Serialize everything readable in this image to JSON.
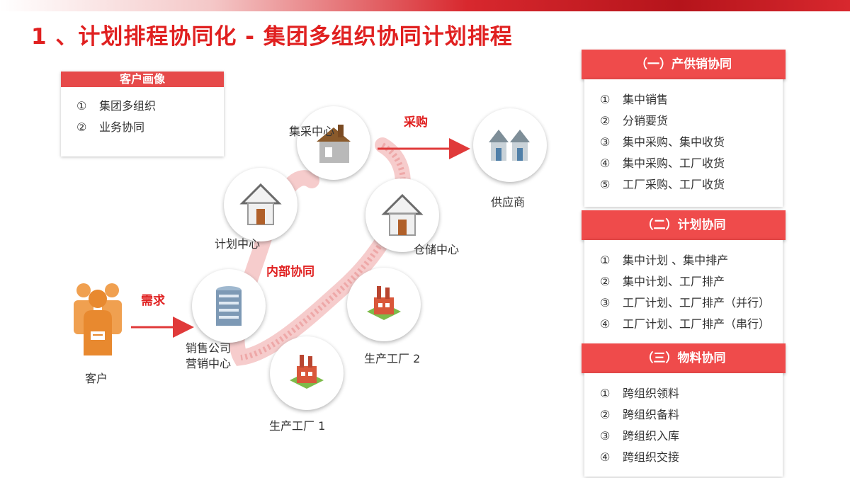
{
  "title": "1 、计划排程协同化 - 集团多组织协同计划排程",
  "colors": {
    "accent": "#e02020",
    "panel_header": "#ef4b4b",
    "flow_arrow": "#e03a3a",
    "customer_icon": "#e8892f"
  },
  "persona": {
    "header": "客户画像",
    "items": [
      {
        "num": "①",
        "text": "集团多组织"
      },
      {
        "num": "②",
        "text": "业务协同"
      }
    ]
  },
  "diagram": {
    "nodes": {
      "purchase_center": {
        "label": "集采中心",
        "icon": "factory-icon"
      },
      "plan_center": {
        "label": "计划中心",
        "icon": "house-icon"
      },
      "warehouse_center": {
        "label": "仓储中心",
        "icon": "house-icon"
      },
      "sales_company": {
        "label_line1": "销售公司",
        "label_line2": "营销中心",
        "icon": "office-building-icon"
      },
      "factory1": {
        "label": "生产工厂 1",
        "icon": "factory-icon"
      },
      "factory2": {
        "label": "生产工厂 2",
        "icon": "factory-icon"
      },
      "supplier": {
        "label": "供应商",
        "icon": "houses-icon"
      },
      "customer": {
        "label": "客户",
        "icon": "people-icon"
      }
    },
    "flows": {
      "procurement": "采购",
      "internal": "内部协同",
      "demand": "需求"
    }
  },
  "panels": [
    {
      "header": "（一）产供销协同",
      "items": [
        {
          "num": "①",
          "text": "集中销售"
        },
        {
          "num": "②",
          "text": "分销要货"
        },
        {
          "num": "③",
          "text": "集中采购、集中收货"
        },
        {
          "num": "④",
          "text": "集中采购、工厂收货"
        },
        {
          "num": "⑤",
          "text": "工厂采购、工厂收货"
        }
      ]
    },
    {
      "header": "（二）计划协同",
      "items": [
        {
          "num": "①",
          "text": "集中计划 、集中排产"
        },
        {
          "num": "②",
          "text": "集中计划、工厂排产"
        },
        {
          "num": "③",
          "text": "工厂计划、工厂排产（并行）"
        },
        {
          "num": "④",
          "text": "工厂计划、工厂排产（串行）"
        }
      ]
    },
    {
      "header": "（三）物料协同",
      "items": [
        {
          "num": "①",
          "text": "跨组织领料"
        },
        {
          "num": "②",
          "text": "跨组织备料"
        },
        {
          "num": "③",
          "text": "跨组织入库"
        },
        {
          "num": "④",
          "text": "跨组织交接"
        }
      ]
    }
  ]
}
